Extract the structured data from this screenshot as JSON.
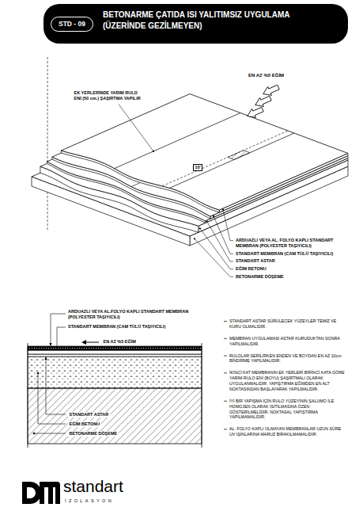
{
  "diagram": {
    "title": "BETONARME ÇATIDA ISI YALITIMSIZ UYGULAMA (ÜZERİNDE GEZİLMEYEN)",
    "nodes": [
      {
        "text": [
          "STD - 09"
        ]
      }
    ],
    "labels": [
      "EN AZ %5 EĞİM",
      "EK YERLERİNDE YARIM RULO ENİ (50 cm.) ŞAŞIRTMA YAPILIR",
      "10'",
      "ARDUAZLI VEYA AL. FOLYO KAPLI STANDART MEMBRAN (POLYESTER TAŞIYICILI)",
      "STANDART MEMBRAN (CAM TÜLÜ TAŞIYICILI)",
      "STANDART ASTAR",
      "EĞİM BETONU",
      "BETONARME DÖŞEME",
      "ARDUAZLI VEYA AL.FOLYO KAPLI STANDART MEMBRAN (POLYESTER TAŞIYICILI)",
      "STANDART MEMBRAN (CAM TÜLÜ TAŞIYICILI)",
      "EN AZ %5 EĞİM",
      "STANDART ASTAR",
      "EĞİM BETONU",
      "BETONARME DÖŞEME",
      "STANDART ASTAR SÜRÜLECEK YÜZEYLER TEMİZ VE KURU OLMALIDIR.",
      "MEMBRAN UYGULAMASI ASTAR KURUDUKTAN SONRA YAPILMALIDIR.",
      "RULOLAR SERİLİRKEN ENDEN VE BOYDAN EN AZ 10cm BİNDİRME YAPILMALIDIR.",
      "İKİNCİ KAT MEMBRANIN EK YERLERİ BİRİNCİ KATA GÖRE YARIM RULO ENİ (BOYU) ŞAŞIRTMALI OLARAK UYGULANMALIDIR. YAPIŞTIRMA EĞİMDEN EN ALT NOKTASINDAN BAŞLAYARAK YAPILMALIDIR.",
      "İYİ BİR YAPIŞMA İÇİN RULO YÜZEYİNİN ŞALUMO İLE HOMOJEN OLARAK ISITILMASINA ÖZEN GÖSTERİLMELİDİR. NOKTASAL YAPIŞTIRMA YAPILMAMALIDIR.",
      "AL. FOLYO KAPLI OLMAYAN MEMBRANLAR UZUN SÜRE UV IŞINLARINA MARUZ BIRAKILMAMALIDIR.",
      "standart",
      "İZOLASYON"
    ]
  }
}
